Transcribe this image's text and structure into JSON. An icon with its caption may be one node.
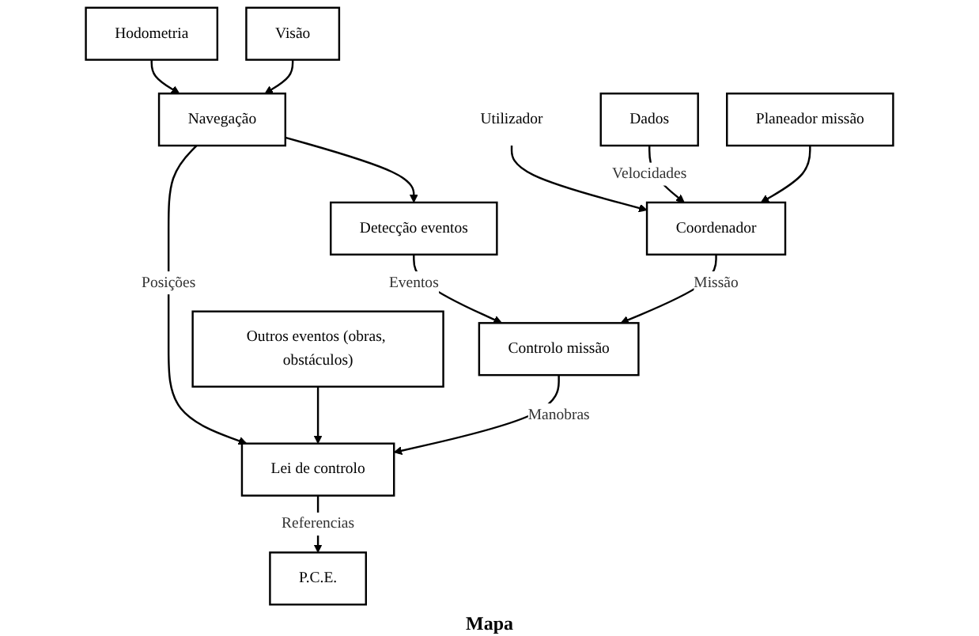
{
  "diagram": {
    "nodes": [
      {
        "text": [
          "Hodometria"
        ]
      },
      {
        "text": [
          "Navegação"
        ]
      },
      {
        "text": [
          "Visão"
        ]
      },
      {
        "text": [
          "Outros eventos (obras, obstáculos)"
        ]
      },
      {
        "text": [
          "Detecção eventos"
        ]
      },
      {
        "text": [
          "Controlo missão"
        ]
      },
      {
        "text": [
          "Lei de controlo"
        ]
      },
      {
        "text": [
          "P.C.E."
        ]
      },
      {
        "text": [
          "Utilizador"
        ]
      },
      {
        "text": [
          "Coordenador"
        ]
      },
      {
        "text": [
          "Dados"
        ]
      },
      {
        "text": [
          "Planeador missão"
        ]
      }
    ],
    "edges": [
      {
        "from": 0,
        "to": 1,
        "arrow": "to"
      },
      {
        "from": 2,
        "to": 1,
        "arrow": "to"
      },
      {
        "from": 1,
        "to": 4,
        "arrow": "to"
      },
      {
        "from": 1,
        "to": 6,
        "arrow": "to",
        "label": "Posições"
      },
      {
        "from": 3,
        "to": 6,
        "arrow": "to"
      },
      {
        "from": 4,
        "to": 5,
        "arrow": "to",
        "label": "Eventos"
      },
      {
        "from": 5,
        "to": 6,
        "arrow": "to",
        "label": "Manobras"
      },
      {
        "from": 6,
        "to": 7,
        "arrow": "to",
        "label": "Referencias"
      },
      {
        "from": 9,
        "to": 5,
        "arrow": "to",
        "label": "Missão"
      },
      {
        "from": 8,
        "to": 9,
        "arrow": "to"
      },
      {
        "from": 10,
        "to": 9,
        "arrow": "to",
        "label": "Velocidades"
      },
      {
        "from": 11,
        "to": 9,
        "arrow": "to"
      }
    ],
    "labels": [
      "Mapa"
    ]
  }
}
